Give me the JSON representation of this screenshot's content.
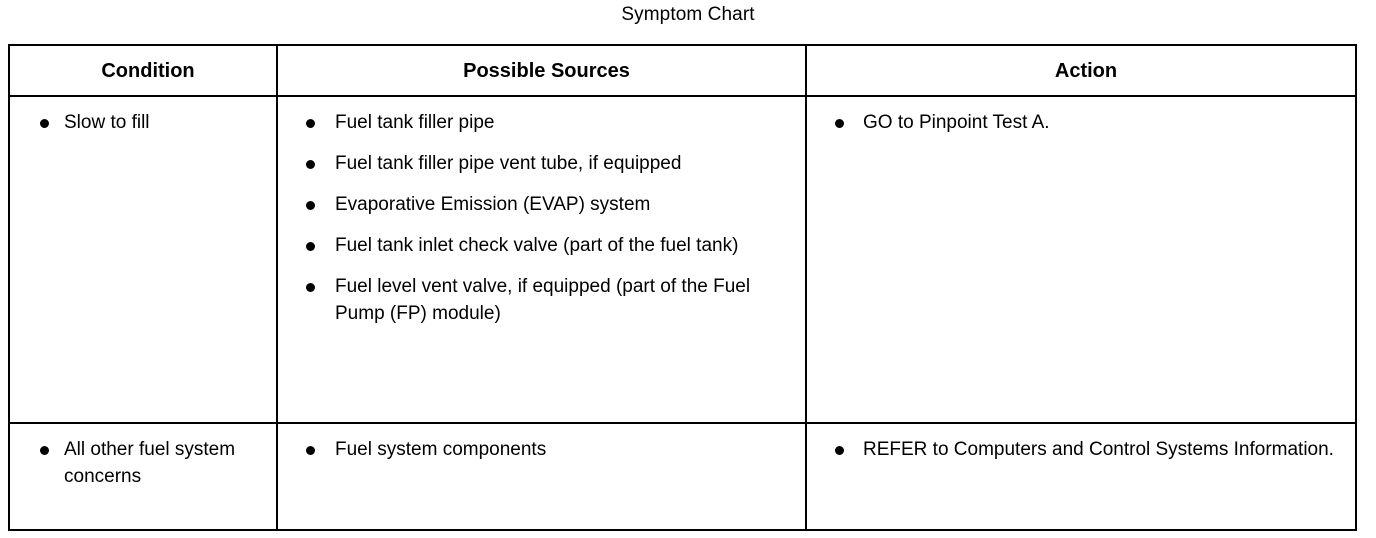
{
  "document": {
    "title": "Symptom Chart"
  },
  "table": {
    "headers": [
      {
        "label": "Condition"
      },
      {
        "label": "Possible Sources"
      },
      {
        "label": "Action"
      }
    ],
    "rows": [
      {
        "condition": [
          "Slow to fill"
        ],
        "possible_sources": [
          "Fuel tank filler pipe",
          "Fuel tank filler pipe vent tube, if equipped",
          "Evaporative Emission (EVAP) system",
          "Fuel tank inlet check valve (part of the fuel tank)",
          "Fuel level vent valve, if equipped (part of the Fuel Pump (FP) module)"
        ],
        "action": [
          "GO to Pinpoint Test A."
        ]
      },
      {
        "condition": [
          "All other fuel system concerns"
        ],
        "possible_sources": [
          "Fuel system components"
        ],
        "action": [
          "REFER to Computers and Control Systems Information."
        ]
      }
    ]
  },
  "colors": {
    "border": "#000000",
    "text": "#000000",
    "background": "#ffffff"
  }
}
